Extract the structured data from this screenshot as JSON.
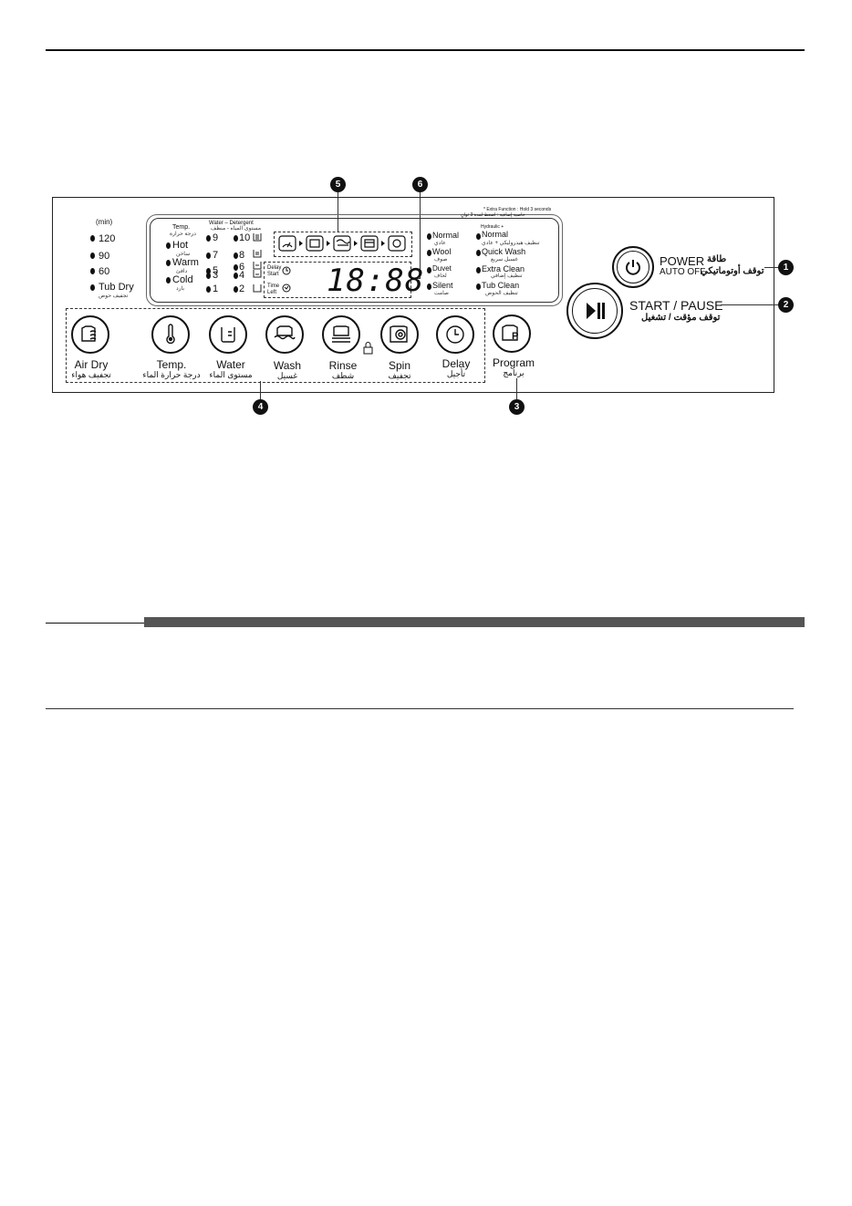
{
  "time_column": {
    "unit": "(min)",
    "items": [
      "120",
      "90",
      "60",
      "Tub Dry"
    ],
    "tub_dry_ar": "تجفيف حوض"
  },
  "temp_column": {
    "header": "Temp.",
    "header_ar": "درجة حرارة",
    "items": [
      {
        "label": "Hot",
        "ar": "ساخن"
      },
      {
        "label": "Warm",
        "ar": "دافئ"
      },
      {
        "label": "Cold",
        "ar": "بارد"
      }
    ]
  },
  "water_column": {
    "header": "Water – Detergent",
    "header_ar": "مستوى المياه - منظف",
    "left": [
      "9",
      "7",
      "5",
      "3",
      "1"
    ],
    "right": [
      "10",
      "8",
      "6",
      "4",
      "2"
    ]
  },
  "display": {
    "delay_start": [
      "Delay",
      "Start"
    ],
    "time_left": [
      "Time",
      "Left"
    ],
    "digits": "18:88"
  },
  "programs_left": [
    {
      "label": "Normal",
      "ar": "عادي"
    },
    {
      "label": "Wool",
      "ar": "صوف"
    },
    {
      "label": "Duvet",
      "ar": "لحاف"
    },
    {
      "label": "Silent",
      "ar": "صامت"
    }
  ],
  "programs_right": [
    {
      "label": "Normal",
      "ar": "تنظيف هيدروليكي + عادي",
      "pre": "Hydraulic +"
    },
    {
      "label": "Quick Wash",
      "ar": "غسيل سريع"
    },
    {
      "label": "Extra Clean",
      "ar": "تنظيف إضافي"
    },
    {
      "label": "Tub Clean",
      "ar": "تنظيف الحوض"
    }
  ],
  "extra_function": "* Extra Function : Hold 3 seconds",
  "extra_function_ar": "خاصية إضافية : اضغط لمدة 3 ثوانٍ",
  "buttons": [
    {
      "label": "Air Dry",
      "ar": "تجفيف هواء",
      "icon": "air-dry-icon"
    },
    {
      "label": "Temp.",
      "ar": "درجة حرارة الماء",
      "icon": "thermometer-icon"
    },
    {
      "label": "Water",
      "ar": "مستوى الماء",
      "icon": "water-level-icon"
    },
    {
      "label": "Wash",
      "ar": "غسيل",
      "icon": "wash-icon"
    },
    {
      "label": "Rinse",
      "ar": "شطف",
      "icon": "rinse-icon"
    },
    {
      "label": "Spin",
      "ar": "تجفيف",
      "icon": "spin-icon"
    },
    {
      "label": "Delay",
      "ar": "تأجيل",
      "icon": "clock-icon"
    },
    {
      "label": "Program",
      "ar": "برنامج",
      "icon": "program-icon"
    }
  ],
  "power": {
    "label": "POWER",
    "sub": "AUTO OFF",
    "ar_top": "طاقة",
    "ar_sub": "توقف أوتوماتيكي"
  },
  "start_pause": {
    "label": "START / PAUSE",
    "ar": "توقف مؤقت / تشغيل"
  },
  "callouts": [
    "1",
    "2",
    "3",
    "4",
    "5",
    "6"
  ]
}
